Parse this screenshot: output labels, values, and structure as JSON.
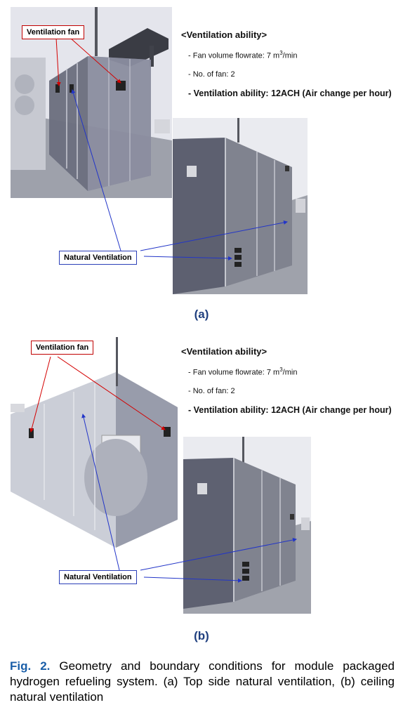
{
  "panels": [
    {
      "id": "a",
      "letter": "(a)",
      "fan_label": "Ventilation fan",
      "natural_label": "Natural Ventilation",
      "ability": {
        "title": "<Ventilation ability>",
        "flowrate_prefix": "- Fan volume flowrate: 7 m",
        "flowrate_sup": "3",
        "flowrate_suffix": "/min",
        "fans": "- No. of fan: 2",
        "ach": "- Ventilation ability: 12ACH (Air change per hour)"
      }
    },
    {
      "id": "b",
      "letter": "(b)",
      "fan_label": "Ventilation fan",
      "natural_label": "Natural Ventilation",
      "ability": {
        "title": "<Ventilation ability>",
        "flowrate_prefix": "- Fan volume flowrate: 7 m",
        "flowrate_sup": "3",
        "flowrate_suffix": "/min",
        "fans": "- No. of fan: 2",
        "ach": "- Ventilation ability: 12ACH (Air change per hour)"
      }
    }
  ],
  "caption": {
    "fig_number": "Fig. 2.",
    "text": " Geometry and boundary conditions for module packaged hydrogen refueling system. (a) Top side natural ventilation, (b) ceiling natural ventilation"
  },
  "colors": {
    "fan_arrow": "#d40000",
    "natural_arrow": "#2235c8",
    "caption_fig": "#1a5ea8",
    "panel_letter": "#1f3f7f"
  }
}
